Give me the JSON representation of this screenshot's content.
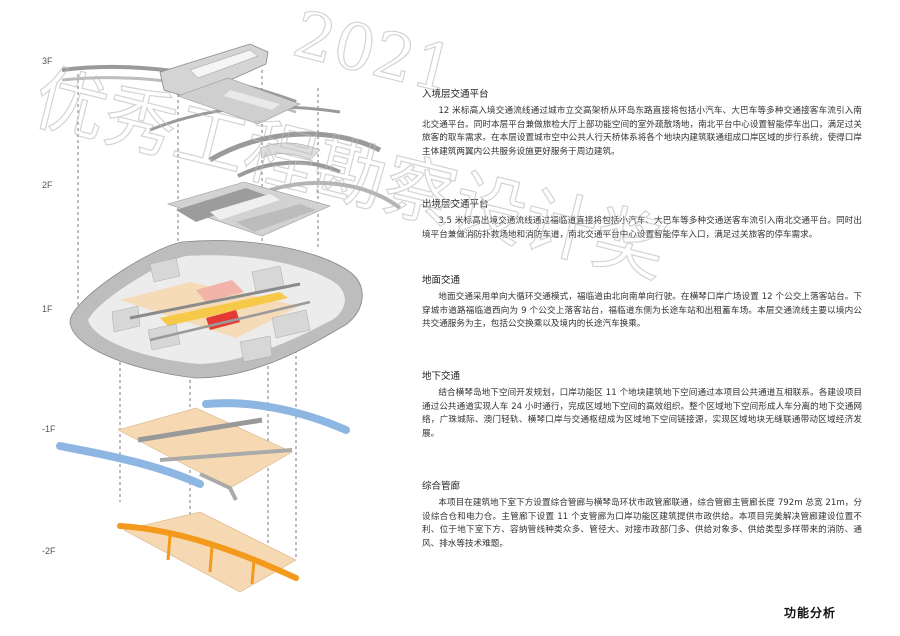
{
  "levels": [
    "3F",
    "2F",
    "1F",
    "-1F",
    "-2F"
  ],
  "sections": [
    {
      "title": "入境层交通平台",
      "body": "12 米标高入境交通流线通过城市立交高架桥从环岛东路直接将包括小汽车、大巴车等多种交通接客车流引入南北交通平台。同时本层平台兼做旅检大厅上部功能空间的室外疏散场地，南北平台中心设置智能停车出口，满足过关旅客的取车需求。在本层设置城市空中公共人行天桥体系将各个地块内建筑联通组成口岸区域的步行系统，使得口岸主体建筑两翼内公共服务设施更好服务于周边建筑。"
    },
    {
      "title": "出境层交通平台",
      "body": "3.5 米标高出境交通流线通过福临道直接将包括小汽车、大巴车等多种交通送客车流引入南北交通平台。同时出境平台兼做消防扑救场地和消防车道，南北交通平台中心设置智能停车入口，满足过关旅客的停车需求。"
    },
    {
      "title": "地面交通",
      "body": "地面交通采用单向大循环交通模式，福临道由北向南单向行驶。在横琴口岸广场设置 12 个公交上落客站台。下穿城市道路福临道西向为 9 个公交上落客站台，福临道东侧为长途车站和出租蓄车场。本层交通流线主要以境内公共交通服务为主，包括公交换乘以及境内的长途汽车换乘。"
    },
    {
      "title": "地下交通",
      "body": "结合横琴岛地下空间开发规划，口岸功能区 11 个地块建筑地下空间通过本项目公共通道互相联系。各建设项目通过公共通道实现人车 24 小时通行，完成区域地下空间的高效组织。整个区域地下空间形成人车分离的地下交通网络，广珠城际、澳门轻轨、横琴口岸与交通枢纽成为区域地下空间链接源，实现区域地块无缝联通带动区域经济发展。"
    },
    {
      "title": "综合管廊",
      "body": "本项目在建筑地下室下方设置综合管廊与横琴岛环状市政管廊联通，综合管廊主管廊长度 792m 总宽 21m，分设综合仓和电力仓。主管廊下设置 11 个支管廊为口岸功能区建筑提供市政供给。本项目完美解决管廊建设位置不利、位于地下室下方、容纳管线种类众多、管径大、对接市政部门多、供给对象多、供给类型多样带来的消防、通风、排水等技术难题。"
    }
  ],
  "footer_title": "功能分析",
  "watermark": [
    "优秀工程勘察设计奖",
    "2021"
  ],
  "colors": {
    "platform_gray": "#c9c9c9",
    "building_light": "#e6e6e6",
    "underground_orange": "#f6d9b3",
    "pipe_orange": "#f39a1d",
    "metro_blue": "#8db6e2",
    "highlight_red": "#e53935",
    "highlight_yellow": "#f7c948"
  }
}
